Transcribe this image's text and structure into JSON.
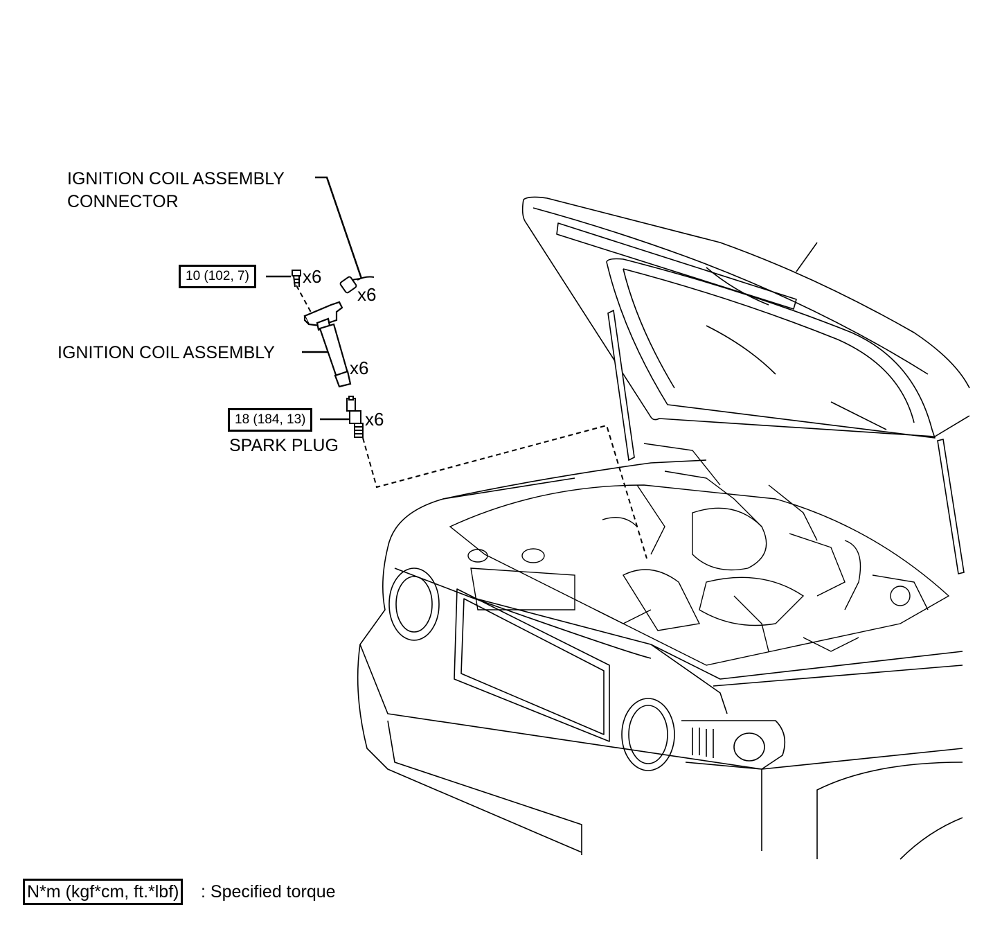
{
  "labels": {
    "connector_line1": "IGNITION COIL ASSEMBLY",
    "connector_line2": "CONNECTOR",
    "coil_assembly": "IGNITION COIL ASSEMBLY",
    "spark_plug": "SPARK PLUG"
  },
  "torques": {
    "coil_bolt": "10 (102, 7)",
    "spark_plug": "18 (184, 13)"
  },
  "quantities": {
    "bolt": "x6",
    "connector": "x6",
    "coil": "x6",
    "plug": "x6"
  },
  "legend": {
    "unit_box": "N*m (kgf*cm, ft.*lbf)",
    "description": ": Specified torque"
  }
}
